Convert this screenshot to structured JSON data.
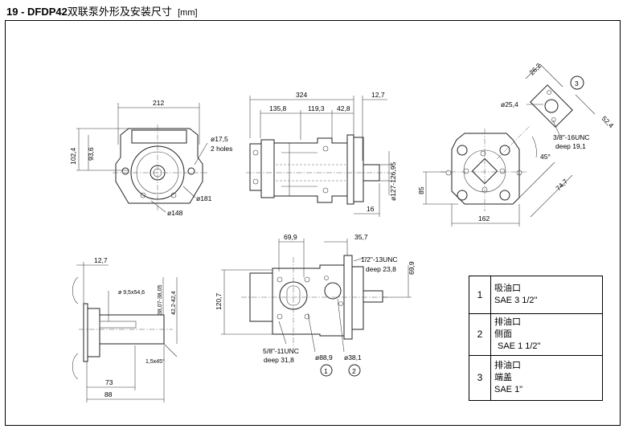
{
  "title": {
    "number": "19 - ",
    "model": "DFDP42",
    "chinese": "双联泵外形及安装尺寸",
    "unit": "[mm]"
  },
  "dimensions": {
    "front": {
      "width": "212",
      "h1": "102,4",
      "h2": "93,6",
      "hole": "ø17,5",
      "holes": "2 holes",
      "d181": "ø181",
      "d148": "ø148"
    },
    "side": {
      "total": "324",
      "a": "135,8",
      "b": "119,3",
      "c": "42,8",
      "d": "12,7",
      "shaft": "ø127-126,95",
      "e": "16"
    },
    "rear": {
      "flange": "26,2",
      "port": "ø25,4",
      "c3": "3",
      "f": "52,4",
      "thread": "3/8\"-16UNC",
      "deep": "deep 19,1",
      "angle": "45°",
      "h85": "85",
      "d": "74,7",
      "w": "162"
    },
    "shaft_detail": {
      "a": "12,7",
      "key": "ø 9,5x54,6",
      "v1": "38,07-38,05",
      "v2": "42,2-42,4",
      "chamfer": "1,5x45°",
      "len1": "73",
      "len2": "88"
    },
    "top": {
      "a": "69,9",
      "b": "35,7",
      "thread1": "1/2\"-13UNC",
      "deep1": "deep 23,8",
      "c": "69,9",
      "h": "120,7",
      "thread2": "5/8\"-11UNC",
      "deep2": "deep 31,8",
      "d1": "ø88,9",
      "d2": "ø38,1",
      "c1": "1",
      "c2": "2"
    }
  },
  "port_table": [
    {
      "index": "1",
      "lines": [
        "吸油口",
        "SAE 3 1/2\""
      ]
    },
    {
      "index": "2",
      "lines": [
        "排油口",
        "侧面",
        "SAE 1 1/2\""
      ]
    },
    {
      "index": "3",
      "lines": [
        "排油口",
        "端盖",
        "SAE 1\""
      ]
    }
  ]
}
